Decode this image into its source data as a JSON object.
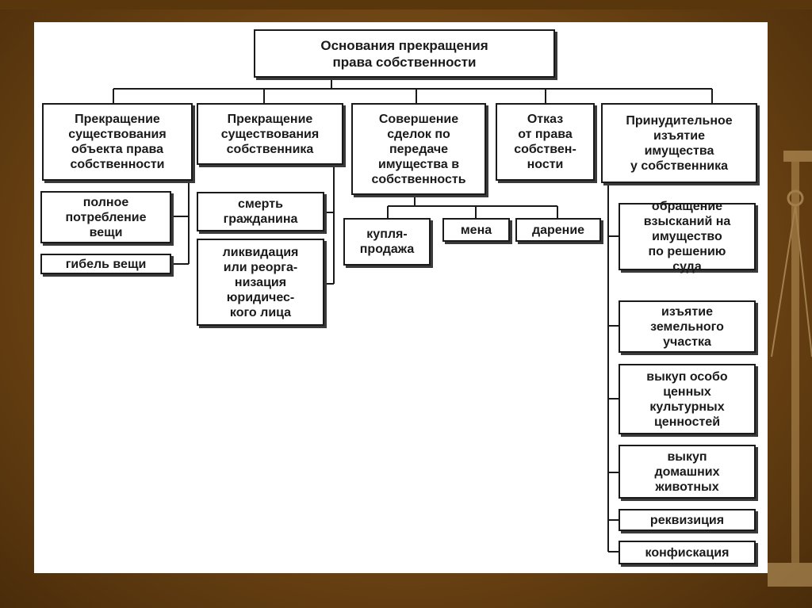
{
  "root": "Основания прекращения\nправа собственности",
  "categories": [
    {
      "label": "Прекращение\nсуществования\nобъекта права\nсобственности",
      "items": [
        "полное\nпотребление\nвещи",
        "гибель вещи"
      ]
    },
    {
      "label": "Прекращение\nсуществования\nсобственника",
      "items": [
        "смерть\nгражданина",
        "ликвидация\nили реорга-\nнизация\nюридичес-\nкого лица"
      ]
    },
    {
      "label": "Совершение\nсделок по\nпередаче\nимущества в\nсобственность",
      "items": [
        "купля-\nпродажа",
        "мена",
        "дарение"
      ]
    },
    {
      "label": "Отказ\nот права\nсобствен-\nности",
      "items": []
    },
    {
      "label": "Принудительное\nизъятие\nимущества\nу собственника",
      "items": [
        "обращение\nвзысканий на\nимущество\nпо решению\nсуда",
        "изъятие\nземельного\nучастка",
        "выкуп особо\nценных\nкультурных\nценностей",
        "выкуп\nдомашних\nживотных",
        "реквизиция",
        "конфискация"
      ]
    }
  ]
}
